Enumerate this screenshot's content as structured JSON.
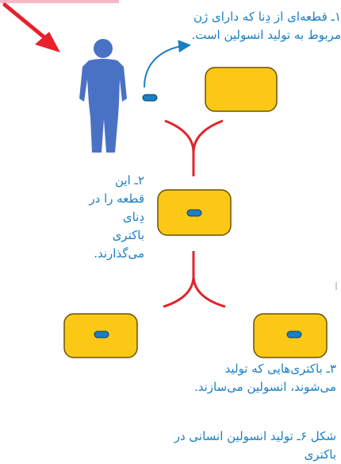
{
  "figure": {
    "step1_text": "۱ـ قطعه‌ای از دِنا که دارای ژن مربوط به تولید انسولین است.",
    "step2_text": "۲ـ این قطعه را در دِنای باکتری می‌گذارند.",
    "step3_text": "۳ـ باکتری‌هایی که تولید می‌شوند، انسولین می‌سازند.",
    "caption": "شکل ۶ـ تولید انسولین انسانی در باکتری"
  },
  "colors": {
    "bacterium_fill": "#fcc816",
    "dna_fragment": "#1a7fc4",
    "split_arrows": "#e0242c",
    "pointer_arrow": "#e8212b",
    "person": "#4a72c4",
    "text": "#1a7fc4"
  },
  "icons": {
    "person": "human-silhouette-icon",
    "pointer": "red-arrow-icon",
    "transfer": "curved-arrow-icon"
  }
}
